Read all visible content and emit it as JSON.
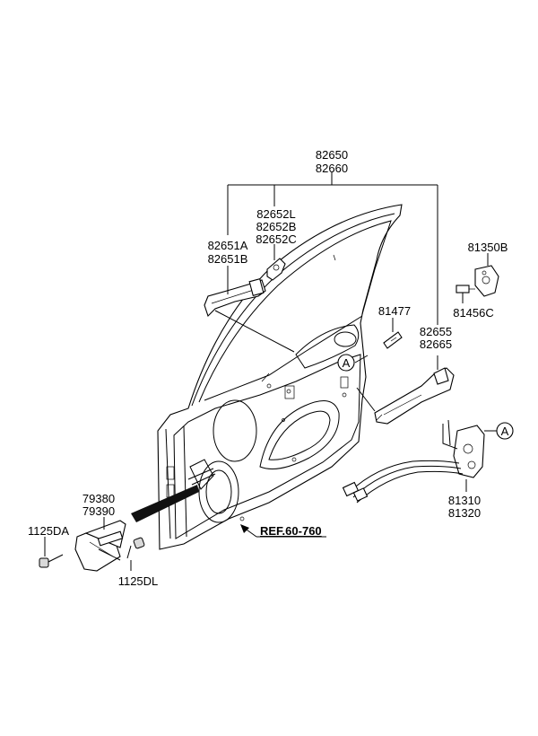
{
  "labels": {
    "l_82650": "82650",
    "l_82660": "82660",
    "l_82652L": "82652L",
    "l_82652B": "82652B",
    "l_82652C": "82652C",
    "l_82651A": "82651A",
    "l_82651B": "82651B",
    "l_81350B": "81350B",
    "l_81456C": "81456C",
    "l_81477": "81477",
    "l_82655": "82655",
    "l_82665": "82665",
    "l_81310": "81310",
    "l_81320": "81320",
    "l_79380": "79380",
    "l_79390": "79390",
    "l_1125DA": "1125DA",
    "l_1125DL": "1125DL",
    "ref": "REF.60-760",
    "callout_a1": "A",
    "callout_a2": "A"
  }
}
